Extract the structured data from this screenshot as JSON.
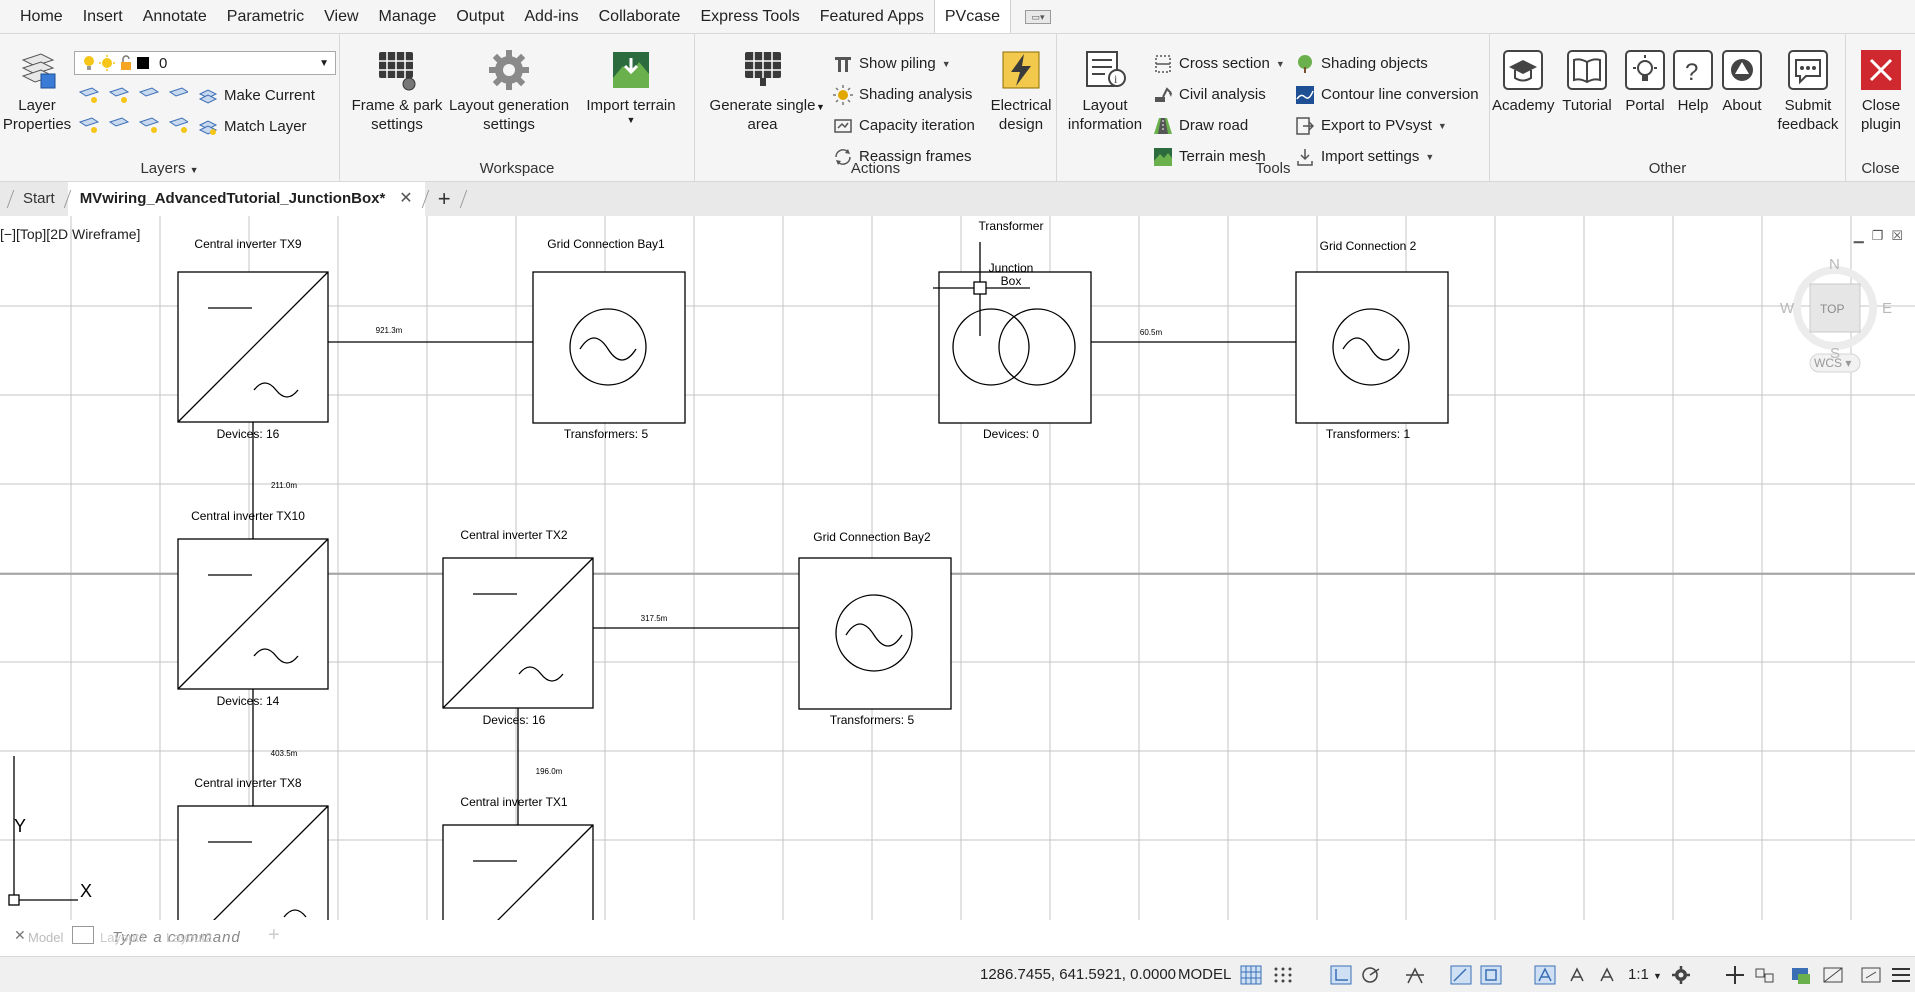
{
  "menu_tabs": [
    "Home",
    "Insert",
    "Annotate",
    "Parametric",
    "View",
    "Manage",
    "Output",
    "Add-ins",
    "Collaborate",
    "Express Tools",
    "Featured Apps",
    "PVcase"
  ],
  "active_tab": "PVcase",
  "ribbon": {
    "layers": {
      "title": "Layers",
      "layer_properties": "Layer Properties",
      "current_layer": "0",
      "make_current": "Make Current",
      "match_layer": "Match Layer"
    },
    "workspace": {
      "title": "Workspace",
      "frame_park": "Frame & park settings",
      "layout_generation": "Layout generation settings",
      "import_terrain": "Import terrain"
    },
    "actions": {
      "title": "Actions",
      "generate_single": "Generate single area",
      "show_piling": "Show piling",
      "shading_analysis": "Shading analysis",
      "capacity_iteration": "Capacity iteration",
      "reassign_frames": "Reassign frames",
      "electrical_design": "Electrical design"
    },
    "tools": {
      "title": "Tools",
      "layout_information": "Layout information",
      "cross_section": "Cross section",
      "civil_analysis": "Civil analysis",
      "draw_road": "Draw road",
      "terrain_mesh": "Terrain mesh",
      "shading_objects": "Shading objects",
      "contour_line": "Contour line conversion",
      "export_pvsyst": "Export to PVsyst",
      "import_settings": "Import settings"
    },
    "other": {
      "title": "Other",
      "academy": "Academy",
      "tutorial": "Tutorial",
      "portal": "Portal",
      "help": "Help",
      "about": "About",
      "submit_feedback": "Submit feedback"
    },
    "close": {
      "title": "Close",
      "close_plugin": "Close plugin"
    }
  },
  "file_tabs": {
    "start": "Start",
    "active_file": "MVwiring_AdvancedTutorial_JunctionBox*"
  },
  "viewport": {
    "view_label": "[−][Top][2D Wireframe]",
    "compass": {
      "n": "N",
      "s": "S",
      "e": "E",
      "w": "W",
      "top": "TOP",
      "wcs": "WCS"
    }
  },
  "diagram": {
    "inverters": [
      {
        "title": "Central inverter TX9",
        "footer": "Devices: 16"
      },
      {
        "title": "Central inverter TX10",
        "footer": "Devices: 14"
      },
      {
        "title": "Central inverter TX2",
        "footer": "Devices: 16"
      },
      {
        "title": "Central inverter TX8",
        "footer": ""
      },
      {
        "title": "Central inverter TX1",
        "footer": ""
      }
    ],
    "grids": [
      {
        "title": "Grid Connection Bay1",
        "footer": "Transformers: 5"
      },
      {
        "title": "Grid Connection Bay2",
        "footer": "Transformers: 5"
      },
      {
        "title": "Grid Connection 2",
        "footer": "Transformers: 1"
      }
    ],
    "transformer": {
      "title": "Transformer",
      "sub_line1": "Junction",
      "sub_line2": "Box",
      "footer": "Devices: 0"
    },
    "cables": [
      "921.3m",
      "211.0m",
      "403.5m",
      "317.5m",
      "196.0m",
      "60.5m"
    ],
    "axis": {
      "x": "X",
      "y": "Y"
    }
  },
  "command_line": {
    "placeholder": "Type a command",
    "layout_tabs": [
      "Model",
      "Layout1",
      "Layout2"
    ]
  },
  "status_bar": {
    "coordinates": "1286.7455, 641.5921, 0.0000",
    "space": "MODEL",
    "scale": "1:1"
  }
}
